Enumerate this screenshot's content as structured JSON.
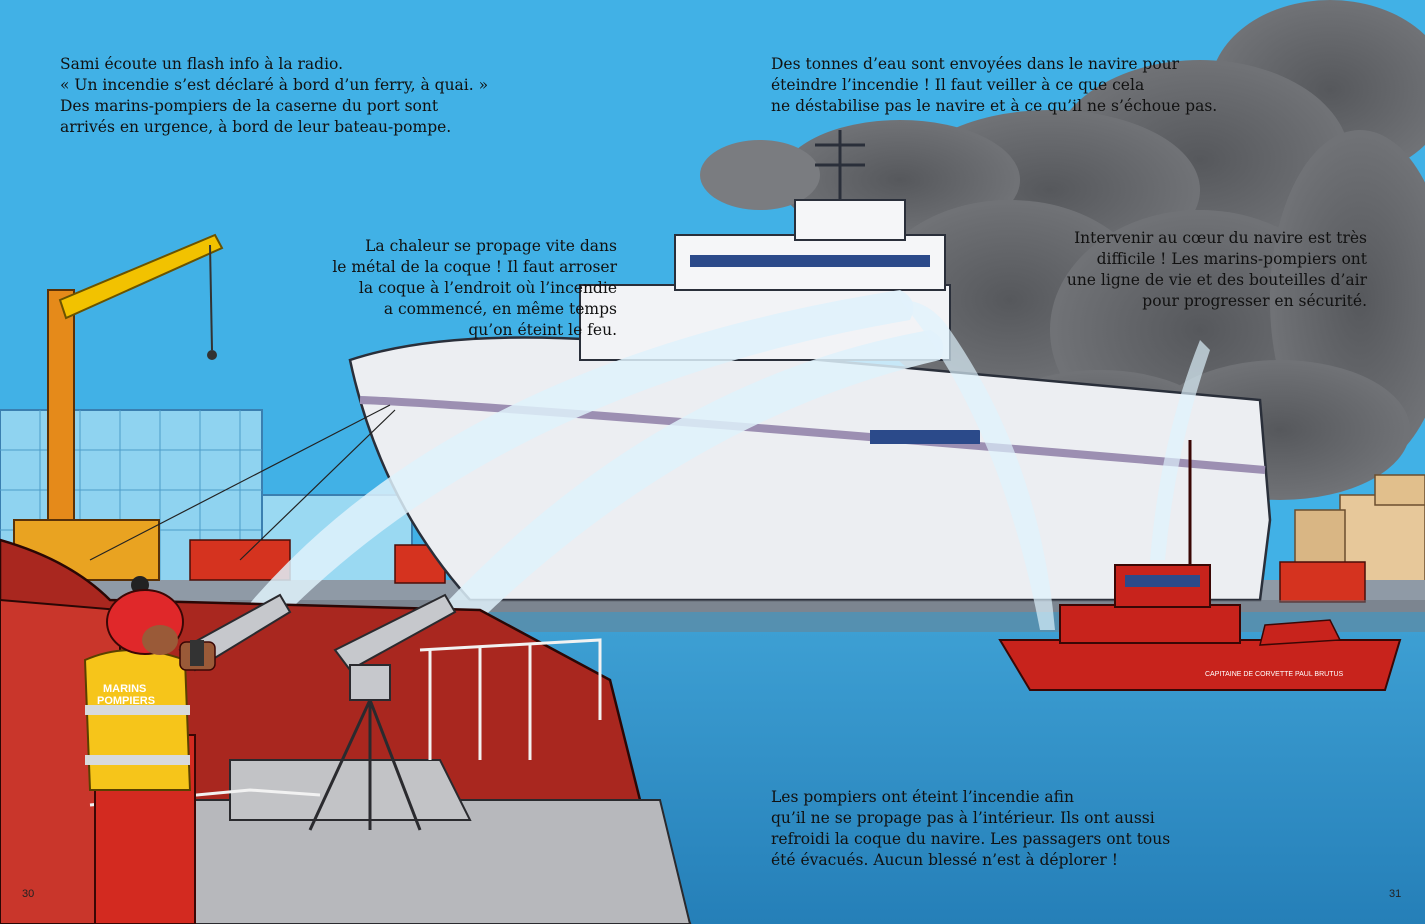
{
  "pages": {
    "left_number": "30",
    "right_number": "31"
  },
  "texts": {
    "top_left": [
      "Sami écoute un flash info à la radio.",
      "« Un incendie s’est déclaré à bord d’un ferry, à quai. »",
      "Des marins-pompiers de la caserne du port sont",
      "arrivés en urgence, à bord de leur bateau-pompe."
    ],
    "top_right": [
      "Des tonnes d’eau sont envoyées dans le navire pour",
      "éteindre l’incendie ! Il faut veiller à ce que cela",
      "ne déstabilise pas le navire et à ce qu’il ne s’échoue pas."
    ],
    "middle_left": [
      "La chaleur se propage vite dans",
      "le métal de la coque ! Il faut arroser",
      "la coque à l’endroit où l’incendie",
      "a commencé, en même temps",
      "qu’on éteint le feu."
    ],
    "middle_right": [
      "Intervenir au cœur du navire est très",
      "difficile ! Les marins-pompiers ont",
      "une ligne de vie et des bouteilles d’air",
      "pour progresser en sécurité."
    ],
    "bottom": [
      "Les pompiers ont éteint l’incendie afin",
      "qu’il ne se propage pas à l’intérieur. Ils ont aussi",
      "refroidi la coque du navire. Les passagers ont tous",
      "été évacués. Aucun blessé n’est à déplorer !"
    ]
  },
  "illustration": {
    "vest_text": [
      "MARINS",
      "POMPIERS"
    ],
    "fireboat_name": "CAPITAINE DE CORVETTE PAUL BRUTUS",
    "colors": {
      "sky": "#41b1e6",
      "sea": "#2f8fc4",
      "smoke": "#5e6064",
      "fireboat_red": "#c8231c",
      "ferry_white": "#eceef2",
      "crane_yellow": "#f2c200",
      "vest_yellow": "#f6c51a"
    }
  }
}
